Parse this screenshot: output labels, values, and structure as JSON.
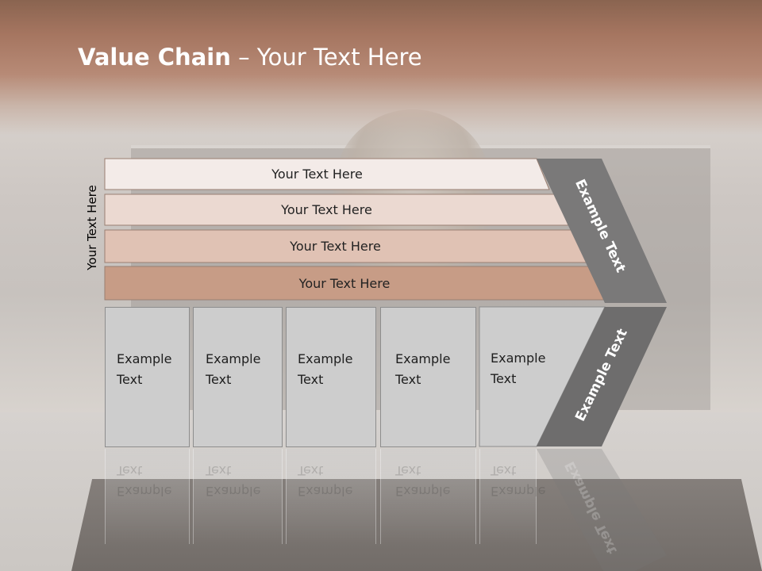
{
  "slide": {
    "title_bold": "Value Chain",
    "title_rest": " – Your Text Here",
    "side_label": "Your Text Here",
    "bars": [
      {
        "label": "Your Text Here",
        "color": "#f3ebe8"
      },
      {
        "label": "Your Text Here",
        "color": "#ebd9d1"
      },
      {
        "label": "Your Text Here",
        "color": "#e0c2b4"
      },
      {
        "label": "Your Text Here",
        "color": "#c79c86"
      }
    ],
    "boxes": [
      {
        "line1": "Example",
        "line2": "Text"
      },
      {
        "line1": "Example",
        "line2": "Text"
      },
      {
        "line1": "Example",
        "line2": "Text"
      },
      {
        "line1": "Example",
        "line2": "Text"
      },
      {
        "line1": "Example",
        "line2": "Text"
      }
    ],
    "chevron_top_label": "Example Text",
    "chevron_bottom_label": "Example Text",
    "colors": {
      "chevron_top": "#7a7979",
      "chevron_bottom": "#6e6d6d",
      "box_fill": "#cdcdcd"
    }
  }
}
